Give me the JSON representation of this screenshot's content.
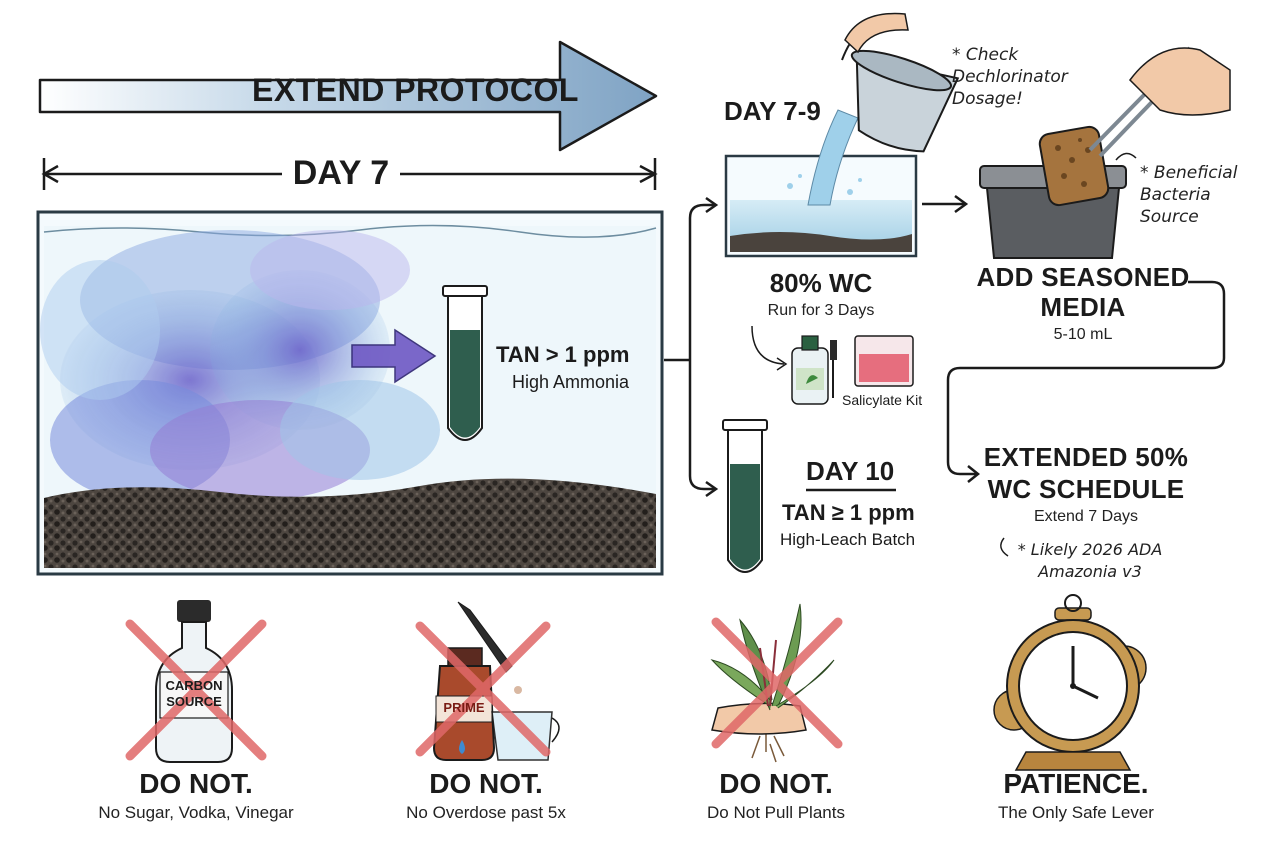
{
  "header": {
    "protocol_label": "EXTEND PROTOCOL",
    "day7_label": "DAY 7"
  },
  "tank": {
    "reading": "TAN > 1 ppm",
    "reading_sub": "High Ammonia"
  },
  "step_day79": {
    "day_label": "DAY 7-9",
    "note": "* Check Dechlorinator Dosage!",
    "wc_label": "80% WC",
    "wc_sub": "Run for 3 Days",
    "kit_label": "Salicylate Kit"
  },
  "step_media": {
    "note": "* Beneficial Bacteria Source",
    "title_line1": "ADD SEASONED",
    "title_line2": "MEDIA",
    "sub": "5-10 mL"
  },
  "step_day10": {
    "day_label": "DAY 10",
    "reading": "TAN ≥ 1 ppm",
    "reading_sub": "High-Leach Batch"
  },
  "step_schedule": {
    "title_line1": "EXTENDED 50%",
    "title_line2": "WC SCHEDULE",
    "sub": "Extend 7 Days",
    "note_line1": "* Likely 2026 ADA",
    "note_line2": "Amazonia v3"
  },
  "warnings": [
    {
      "title": "DO NOT.",
      "sub": "No Sugar, Vodka, Vinegar",
      "item_label": "CARBON SOURCE",
      "icon": "carbon-bottle-icon"
    },
    {
      "title": "DO NOT.",
      "sub": "No Overdose past 5x",
      "item_label": "PRIME",
      "icon": "prime-bottle-icon"
    },
    {
      "title": "DO NOT.",
      "sub": "Do Not Pull Plants",
      "item_label": "",
      "icon": "plant-icon"
    },
    {
      "title": "PATIENCE.",
      "sub": "The Only Safe Lever",
      "item_label": "",
      "icon": "clock-icon"
    }
  ],
  "colors": {
    "ink": "#1b1b1b",
    "cross_red": "#e06868",
    "water_blue": "#a9d4ea",
    "ammonia_purple": "#7a5cc8",
    "test_green": "#2f5e4e",
    "arrow_blue": "#8fb0cc"
  }
}
